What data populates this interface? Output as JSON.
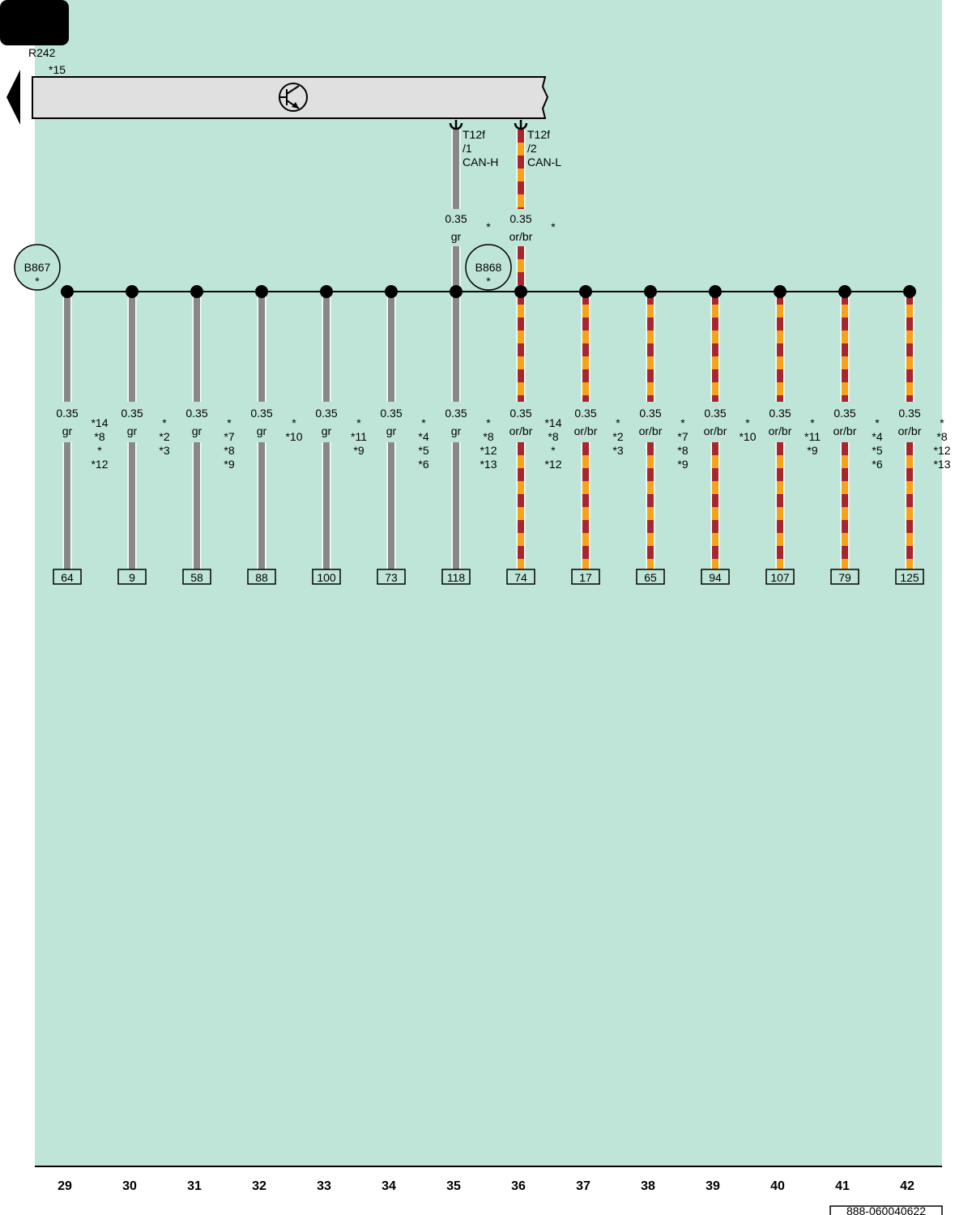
{
  "colors": {
    "background": "#bfe5d8",
    "module_fill": "#e0e0e0",
    "wire_gray": "#888888",
    "wire_orange": "#f7a21b",
    "wire_brown": "#a8262e",
    "black": "#000000"
  },
  "component": {
    "id": "R242",
    "note": "*15",
    "symbol": "transistor-icon"
  },
  "connectors": [
    {
      "pin_id": "T12f",
      "pin": "/1",
      "signal": "CAN-H",
      "size": "0.35",
      "color": "gr",
      "star": "*"
    },
    {
      "pin_id": "T12f",
      "pin": "/2",
      "signal": "CAN-L",
      "size": "0.35",
      "color": "or/br",
      "star": "*"
    }
  ],
  "splices": [
    {
      "id": "B867",
      "note": "*"
    },
    {
      "id": "B868",
      "note": "*"
    }
  ],
  "branches": [
    {
      "size": "0.35",
      "color": "gr",
      "notes": [
        "*14",
        "*8",
        "*",
        "*12"
      ],
      "terminal": "64"
    },
    {
      "size": "0.35",
      "color": "gr",
      "notes": [
        "*",
        "*2",
        "*3"
      ],
      "terminal": "9"
    },
    {
      "size": "0.35",
      "color": "gr",
      "notes": [
        "*",
        "*7",
        "*8",
        "*9"
      ],
      "terminal": "58"
    },
    {
      "size": "0.35",
      "color": "gr",
      "notes": [
        "*",
        "*10"
      ],
      "terminal": "88"
    },
    {
      "size": "0.35",
      "color": "gr",
      "notes": [
        "*",
        "*11",
        "*9"
      ],
      "terminal": "100"
    },
    {
      "size": "0.35",
      "color": "gr",
      "notes": [
        "*",
        "*4",
        "*5",
        "*6"
      ],
      "terminal": "73"
    },
    {
      "size": "0.35",
      "color": "gr",
      "notes": [
        "*",
        "*8",
        "*12",
        "*13"
      ],
      "terminal": "118"
    },
    {
      "size": "0.35",
      "color": "or/br",
      "notes": [
        "*14",
        "*8",
        "*",
        "*12"
      ],
      "terminal": "74"
    },
    {
      "size": "0.35",
      "color": "or/br",
      "notes": [
        "*",
        "*2",
        "*3"
      ],
      "terminal": "17"
    },
    {
      "size": "0.35",
      "color": "or/br",
      "notes": [
        "*",
        "*7",
        "*8",
        "*9"
      ],
      "terminal": "65"
    },
    {
      "size": "0.35",
      "color": "or/br",
      "notes": [
        "*",
        "*10"
      ],
      "terminal": "94"
    },
    {
      "size": "0.35",
      "color": "or/br",
      "notes": [
        "*",
        "*11",
        "*9"
      ],
      "terminal": "107"
    },
    {
      "size": "0.35",
      "color": "or/br",
      "notes": [
        "*",
        "*4",
        "*5",
        "*6"
      ],
      "terminal": "79"
    },
    {
      "size": "0.35",
      "color": "or/br",
      "notes": [
        "*",
        "*8",
        "*12",
        "*13"
      ],
      "terminal": "125"
    }
  ],
  "columns": [
    "29",
    "30",
    "31",
    "32",
    "33",
    "34",
    "35",
    "36",
    "37",
    "38",
    "39",
    "40",
    "41",
    "42"
  ],
  "doc_id": "888-060040622"
}
